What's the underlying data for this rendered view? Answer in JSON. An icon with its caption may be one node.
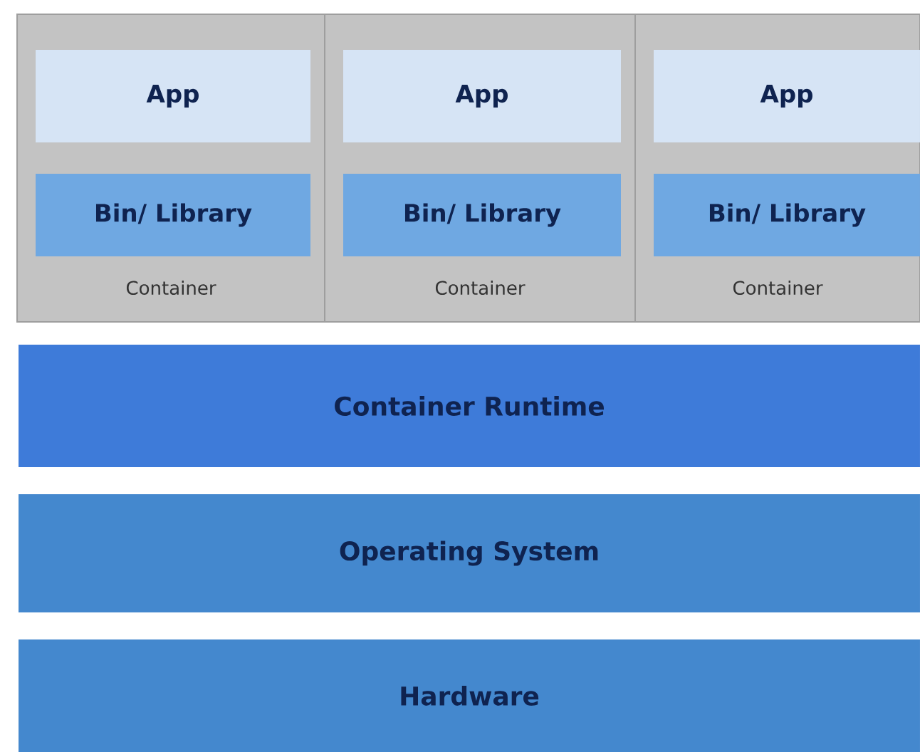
{
  "diagram": {
    "nodes": [
      {
        "text": [
          "Container"
        ]
      },
      {
        "text": [
          "App"
        ],
        "in": 0
      },
      {
        "text": [
          "Bin/ Library"
        ],
        "in": 0
      },
      {
        "text": [
          "Container"
        ]
      },
      {
        "text": [
          "App"
        ],
        "in": 3
      },
      {
        "text": [
          "Bin/ Library"
        ],
        "in": 3
      },
      {
        "text": [
          "Container"
        ]
      },
      {
        "text": [
          "App"
        ],
        "in": 6
      },
      {
        "text": [
          "Bin/ Library"
        ],
        "in": 6
      },
      {
        "text": [
          "Container Runtime"
        ]
      },
      {
        "text": [
          "Operating System"
        ]
      },
      {
        "text": [
          "Hardware"
        ]
      }
    ]
  }
}
